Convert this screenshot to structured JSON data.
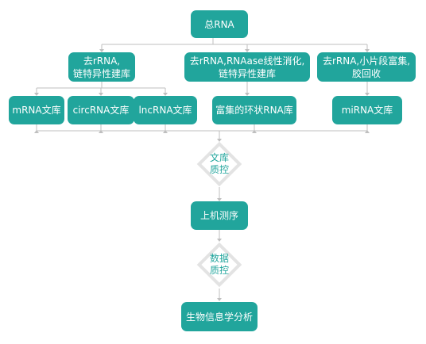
{
  "nodes": {
    "total_rna": "总RNA",
    "branch_left": "去rRNA,\n链特异性建库",
    "branch_mid": "去rRNA,RNAase线性消化,\n链特异性建库",
    "branch_right": "去rRNA,小片段富集,\n胶回收",
    "mrna_lib": "mRNA文库",
    "circrna_lib": "circRNA文库",
    "lncrna_lib": "lncRNA文库",
    "circ_enriched_lib": "富集的环状RNA库",
    "mirna_lib": "miRNA文库",
    "lib_qc": "文库\n质控",
    "sequencing": "上机测序",
    "data_qc": "数据\n质控",
    "bioinfo": "生物信息学分析"
  },
  "colors": {
    "box_fill": "#21a59c",
    "connector": "#bfbfbf",
    "diamond_border": "#e3e3e3"
  }
}
